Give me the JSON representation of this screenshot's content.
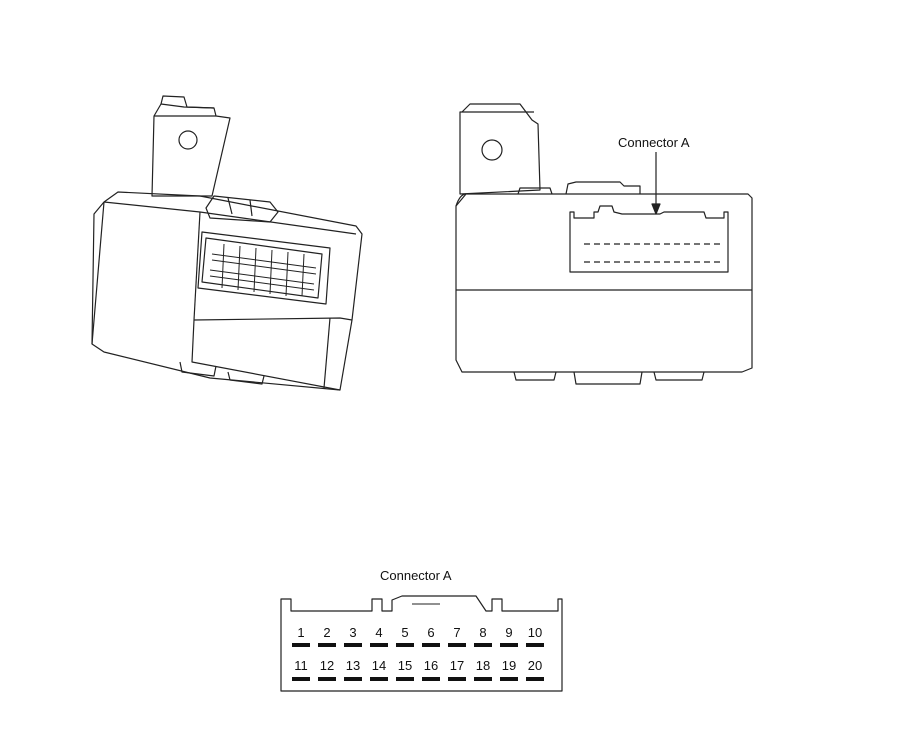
{
  "callout": {
    "label": "Connector A"
  },
  "connector": {
    "title": "Connector A",
    "pins_top": [
      "1",
      "2",
      "3",
      "4",
      "5",
      "6",
      "7",
      "8",
      "9",
      "10"
    ],
    "pins_bottom": [
      "11",
      "12",
      "13",
      "14",
      "15",
      "16",
      "17",
      "18",
      "19",
      "20"
    ]
  }
}
